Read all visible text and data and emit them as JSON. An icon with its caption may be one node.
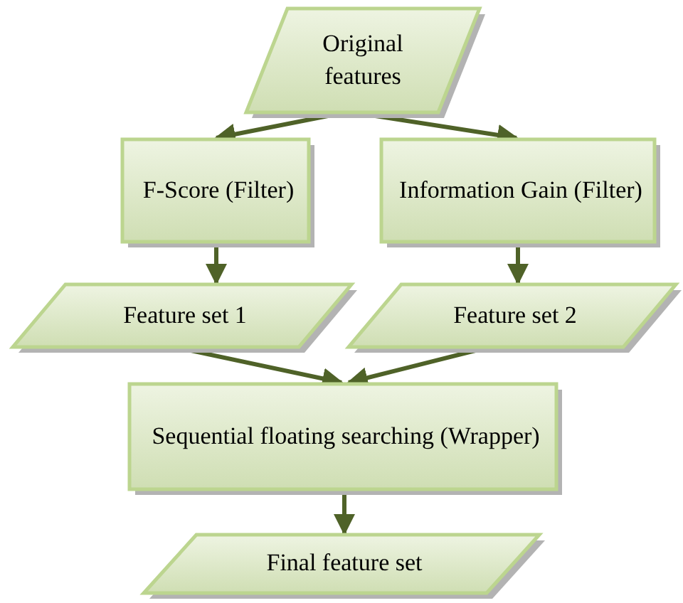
{
  "diagram": {
    "nodes": [
      {
        "text": [
          "Original features"
        ]
      },
      {
        "text": [
          "F-Score (Filter)"
        ]
      },
      {
        "text": [
          "Information Gain (Filter)"
        ]
      },
      {
        "text": [
          "Feature set 1"
        ]
      },
      {
        "text": [
          "Feature set 2"
        ]
      },
      {
        "text": [
          "Sequential floating searching (Wrapper)"
        ]
      },
      {
        "text": [
          "Final feature set"
        ]
      }
    ],
    "edges": [
      {
        "from": 0,
        "to": 1,
        "arrow": "to"
      },
      {
        "from": 0,
        "to": 2,
        "arrow": "to"
      },
      {
        "from": 1,
        "to": 3,
        "arrow": "to"
      },
      {
        "from": 2,
        "to": 4,
        "arrow": "to"
      },
      {
        "from": 3,
        "to": 5,
        "arrow": "to"
      },
      {
        "from": 4,
        "to": 5,
        "arrow": "to"
      },
      {
        "from": 5,
        "to": 6,
        "arrow": "to"
      }
    ]
  }
}
